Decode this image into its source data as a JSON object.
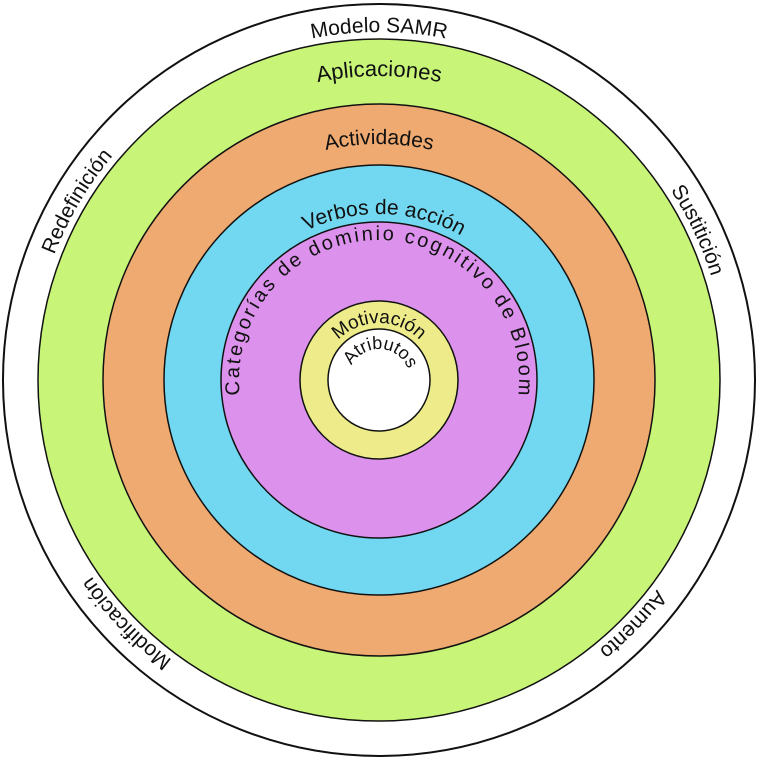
{
  "title": "Modelo SAMR",
  "samr_labels": {
    "redefinicion": "Redefinición",
    "sustitucion": "Sustitición",
    "aumento": "Aumento",
    "modificacion": "Modificación"
  },
  "rings": [
    {
      "label": "Aplicaciones",
      "color": "#c8f578"
    },
    {
      "label": "Actividades",
      "color": "#eeaa70"
    },
    {
      "label": "Verbos de acción",
      "color": "#72d7f0"
    },
    {
      "label": "Categorías de dominio cognitivo  de Bloom",
      "color": "#dc92ec"
    },
    {
      "label": "Motivación",
      "color": "#eeec8a"
    },
    {
      "label": "Atributos",
      "color": "#ffffff"
    }
  ]
}
